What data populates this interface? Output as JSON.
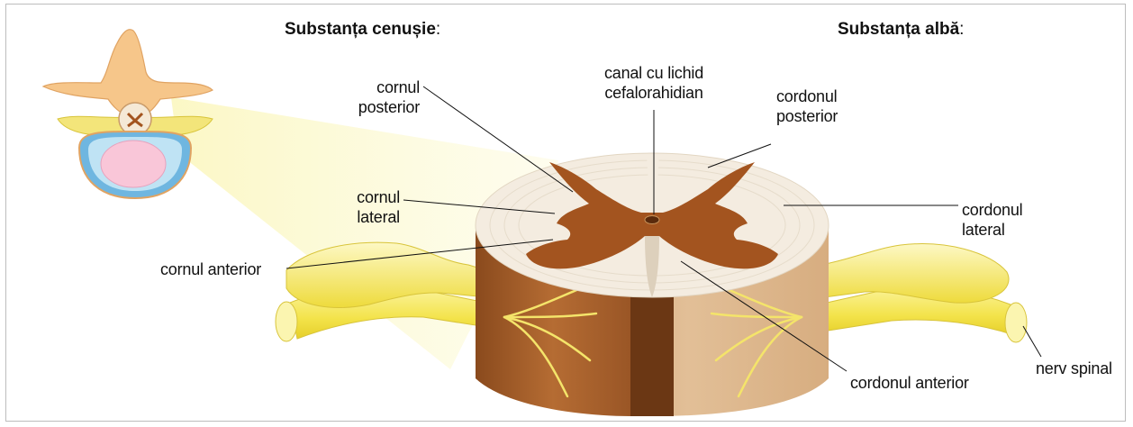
{
  "titles": {
    "grey_matter": "Substanța cenușie",
    "white_matter": "Substanța albă",
    "colon": ":"
  },
  "labels": {
    "posterior_horn": [
      "cornul",
      "posterior"
    ],
    "lateral_horn": [
      "cornul",
      "lateral"
    ],
    "anterior_horn": "cornul anterior",
    "central_canal": [
      "canal cu lichid",
      "cefalorahidian"
    ],
    "posterior_cord": [
      "cordonul",
      "posterior"
    ],
    "lateral_cord": [
      "cordonul",
      "lateral"
    ],
    "anterior_cord": "cordonul anterior",
    "spinal_nerve": "nerv spinal"
  },
  "colors": {
    "grey_matter": "#a3541f",
    "white_matter": "#f3ebdd",
    "cord_side": "#c98a52",
    "nerve": "#f7ec6a",
    "zoom_beam": "#fbf6b0",
    "vertebra": "#f6c68a",
    "disc_outer": "#6fb6e0",
    "disc_inner": "#f9c6d8"
  }
}
